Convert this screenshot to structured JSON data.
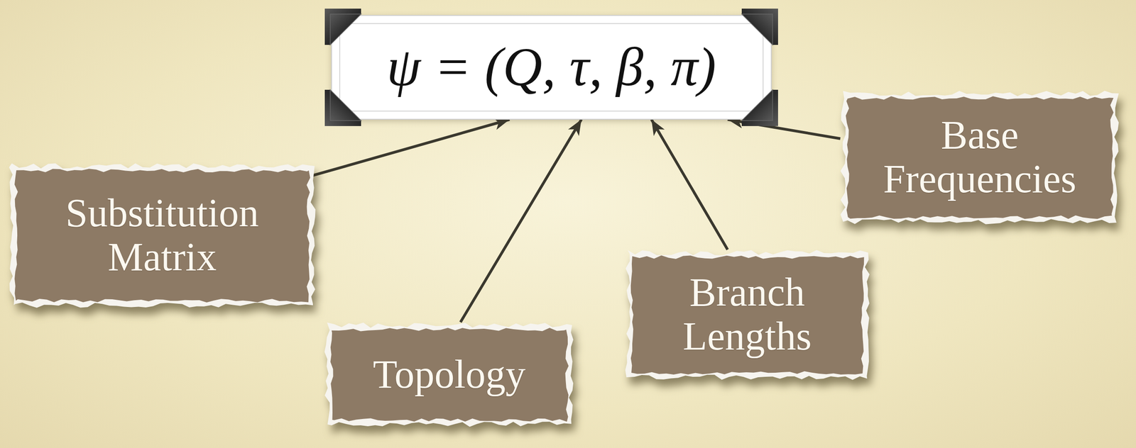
{
  "diagram": {
    "nodes": [
      {
        "text": [
          "ψ = (Q, τ, β, π)"
        ]
      },
      {
        "text": [
          "Substitution Matrix"
        ]
      },
      {
        "text": [
          "Topology"
        ]
      },
      {
        "text": [
          "Branch Lengths"
        ]
      },
      {
        "text": [
          "Base Frequencies"
        ]
      }
    ],
    "edges": [
      {
        "from": 1,
        "to": 0,
        "arrow": "to"
      },
      {
        "from": 2,
        "to": 0,
        "arrow": "to"
      },
      {
        "from": 3,
        "to": 0,
        "arrow": "to"
      },
      {
        "from": 4,
        "to": 0,
        "arrow": "to"
      }
    ]
  }
}
